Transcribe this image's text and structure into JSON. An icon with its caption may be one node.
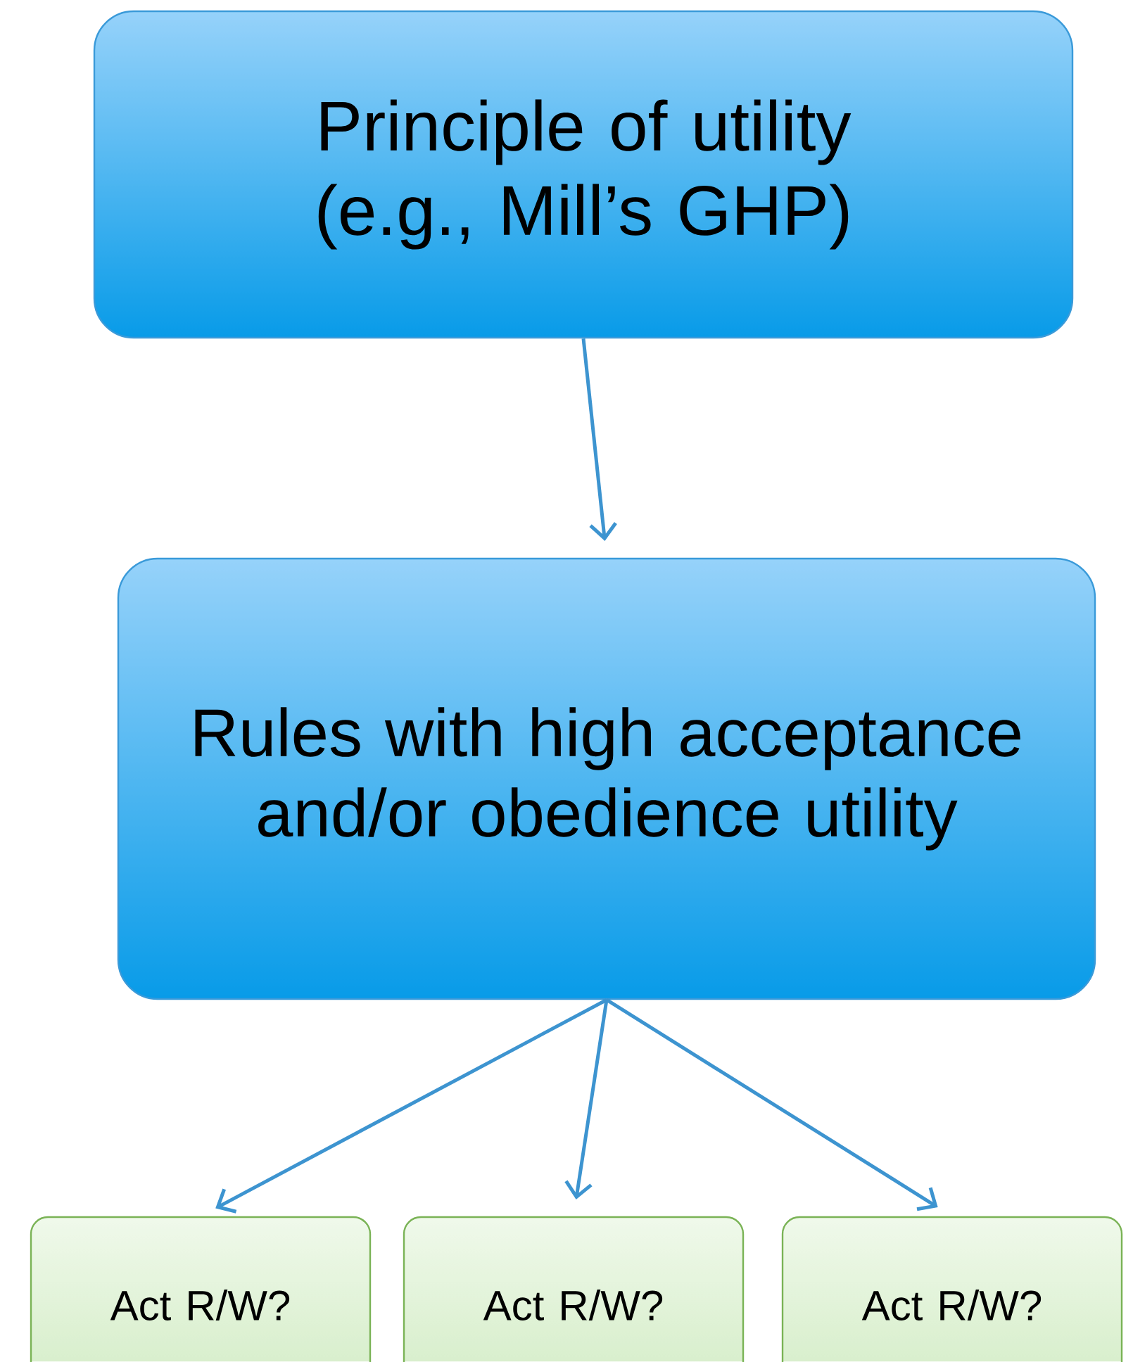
{
  "diagram": {
    "nodes": [
      {
        "text": [
          "Principle of utility (e.g., Mill’s GHP)"
        ]
      },
      {
        "text": [
          "Rules with high acceptance and/or obedience utility"
        ]
      },
      {
        "text": [
          "Act R/W?"
        ]
      },
      {
        "text": [
          "Act R/W?"
        ]
      },
      {
        "text": [
          "Act R/W?"
        ]
      }
    ],
    "edges": [
      {
        "from": 0,
        "to": 1,
        "arrow": "to"
      },
      {
        "from": 1,
        "to": 2,
        "arrow": "to"
      },
      {
        "from": 1,
        "to": 3,
        "arrow": "to"
      },
      {
        "from": 1,
        "to": 4,
        "arrow": "to"
      }
    ]
  }
}
